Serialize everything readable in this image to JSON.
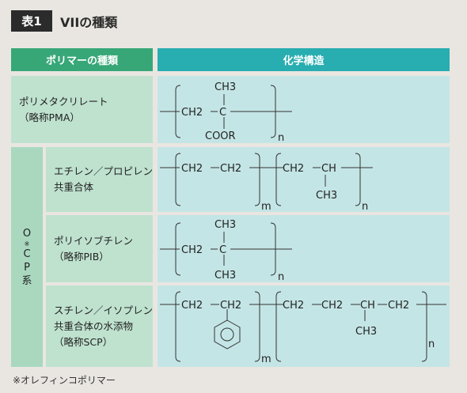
{
  "title": {
    "label": "表1",
    "text": "VIIの種類"
  },
  "headers": {
    "polymer_type": "ポリマーの種類",
    "structure": "化学構造"
  },
  "rows": [
    {
      "name_lines": [
        "ポリメタクリレート",
        "（略称PMA）"
      ]
    },
    {
      "name_lines": [
        "エチレン／プロピレン",
        "共重合体"
      ]
    },
    {
      "name_lines": [
        "ポリイソブチレン",
        "（略称PIB）"
      ]
    },
    {
      "name_lines": [
        "スチレン／イソプレン",
        "共重合体の水添物",
        "（略称SCP）"
      ]
    }
  ],
  "group_label": {
    "chars": [
      "O",
      "C",
      "P",
      "系"
    ],
    "mark": "※"
  },
  "formula_text": {
    "ch3": "CH3",
    "ch2": "CH2",
    "ch": "CH",
    "c": "C",
    "coor": "COOR",
    "n": "n",
    "m": "m"
  },
  "footnote": "※オレフィンコポリマー"
}
